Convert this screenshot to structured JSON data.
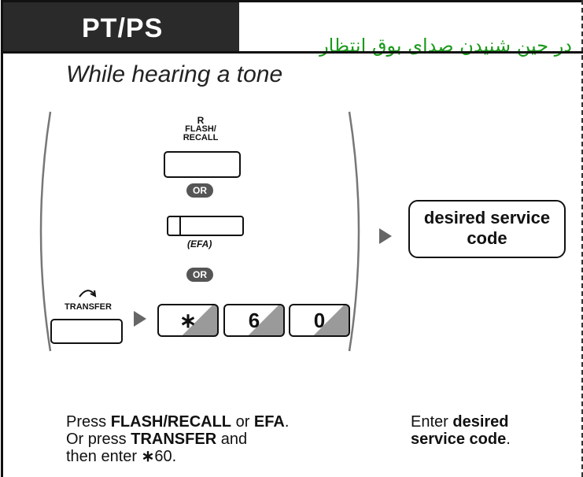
{
  "header": {
    "label": "PT/PS",
    "farsi_caption": "در حین شنیدن صدای بوق انتظار"
  },
  "subtitle": "While hearing a tone",
  "keys": {
    "flash_recall": {
      "top_letter": "R",
      "line1": "FLASH/",
      "line2": "RECALL"
    },
    "efa": "(EFA)",
    "or_label": "OR",
    "transfer": "TRANSFER",
    "digit_star": "∗",
    "digit_6": "6",
    "digit_0": "0"
  },
  "service_code": {
    "line1": "desired service",
    "line2": "code"
  },
  "left_desc": {
    "p1": "Press ",
    "b1": "FLASH/RECALL",
    "p2": " or ",
    "b2": "EFA",
    "p3": ".",
    "p4": "Or press ",
    "b3": "TRANSFER",
    "p5": " and",
    "p6": "then enter ",
    "b4": "∗",
    "p7": "60."
  },
  "right_desc": {
    "p1": "Enter ",
    "b1": "desired",
    "b2": "service code",
    "p2": "."
  }
}
